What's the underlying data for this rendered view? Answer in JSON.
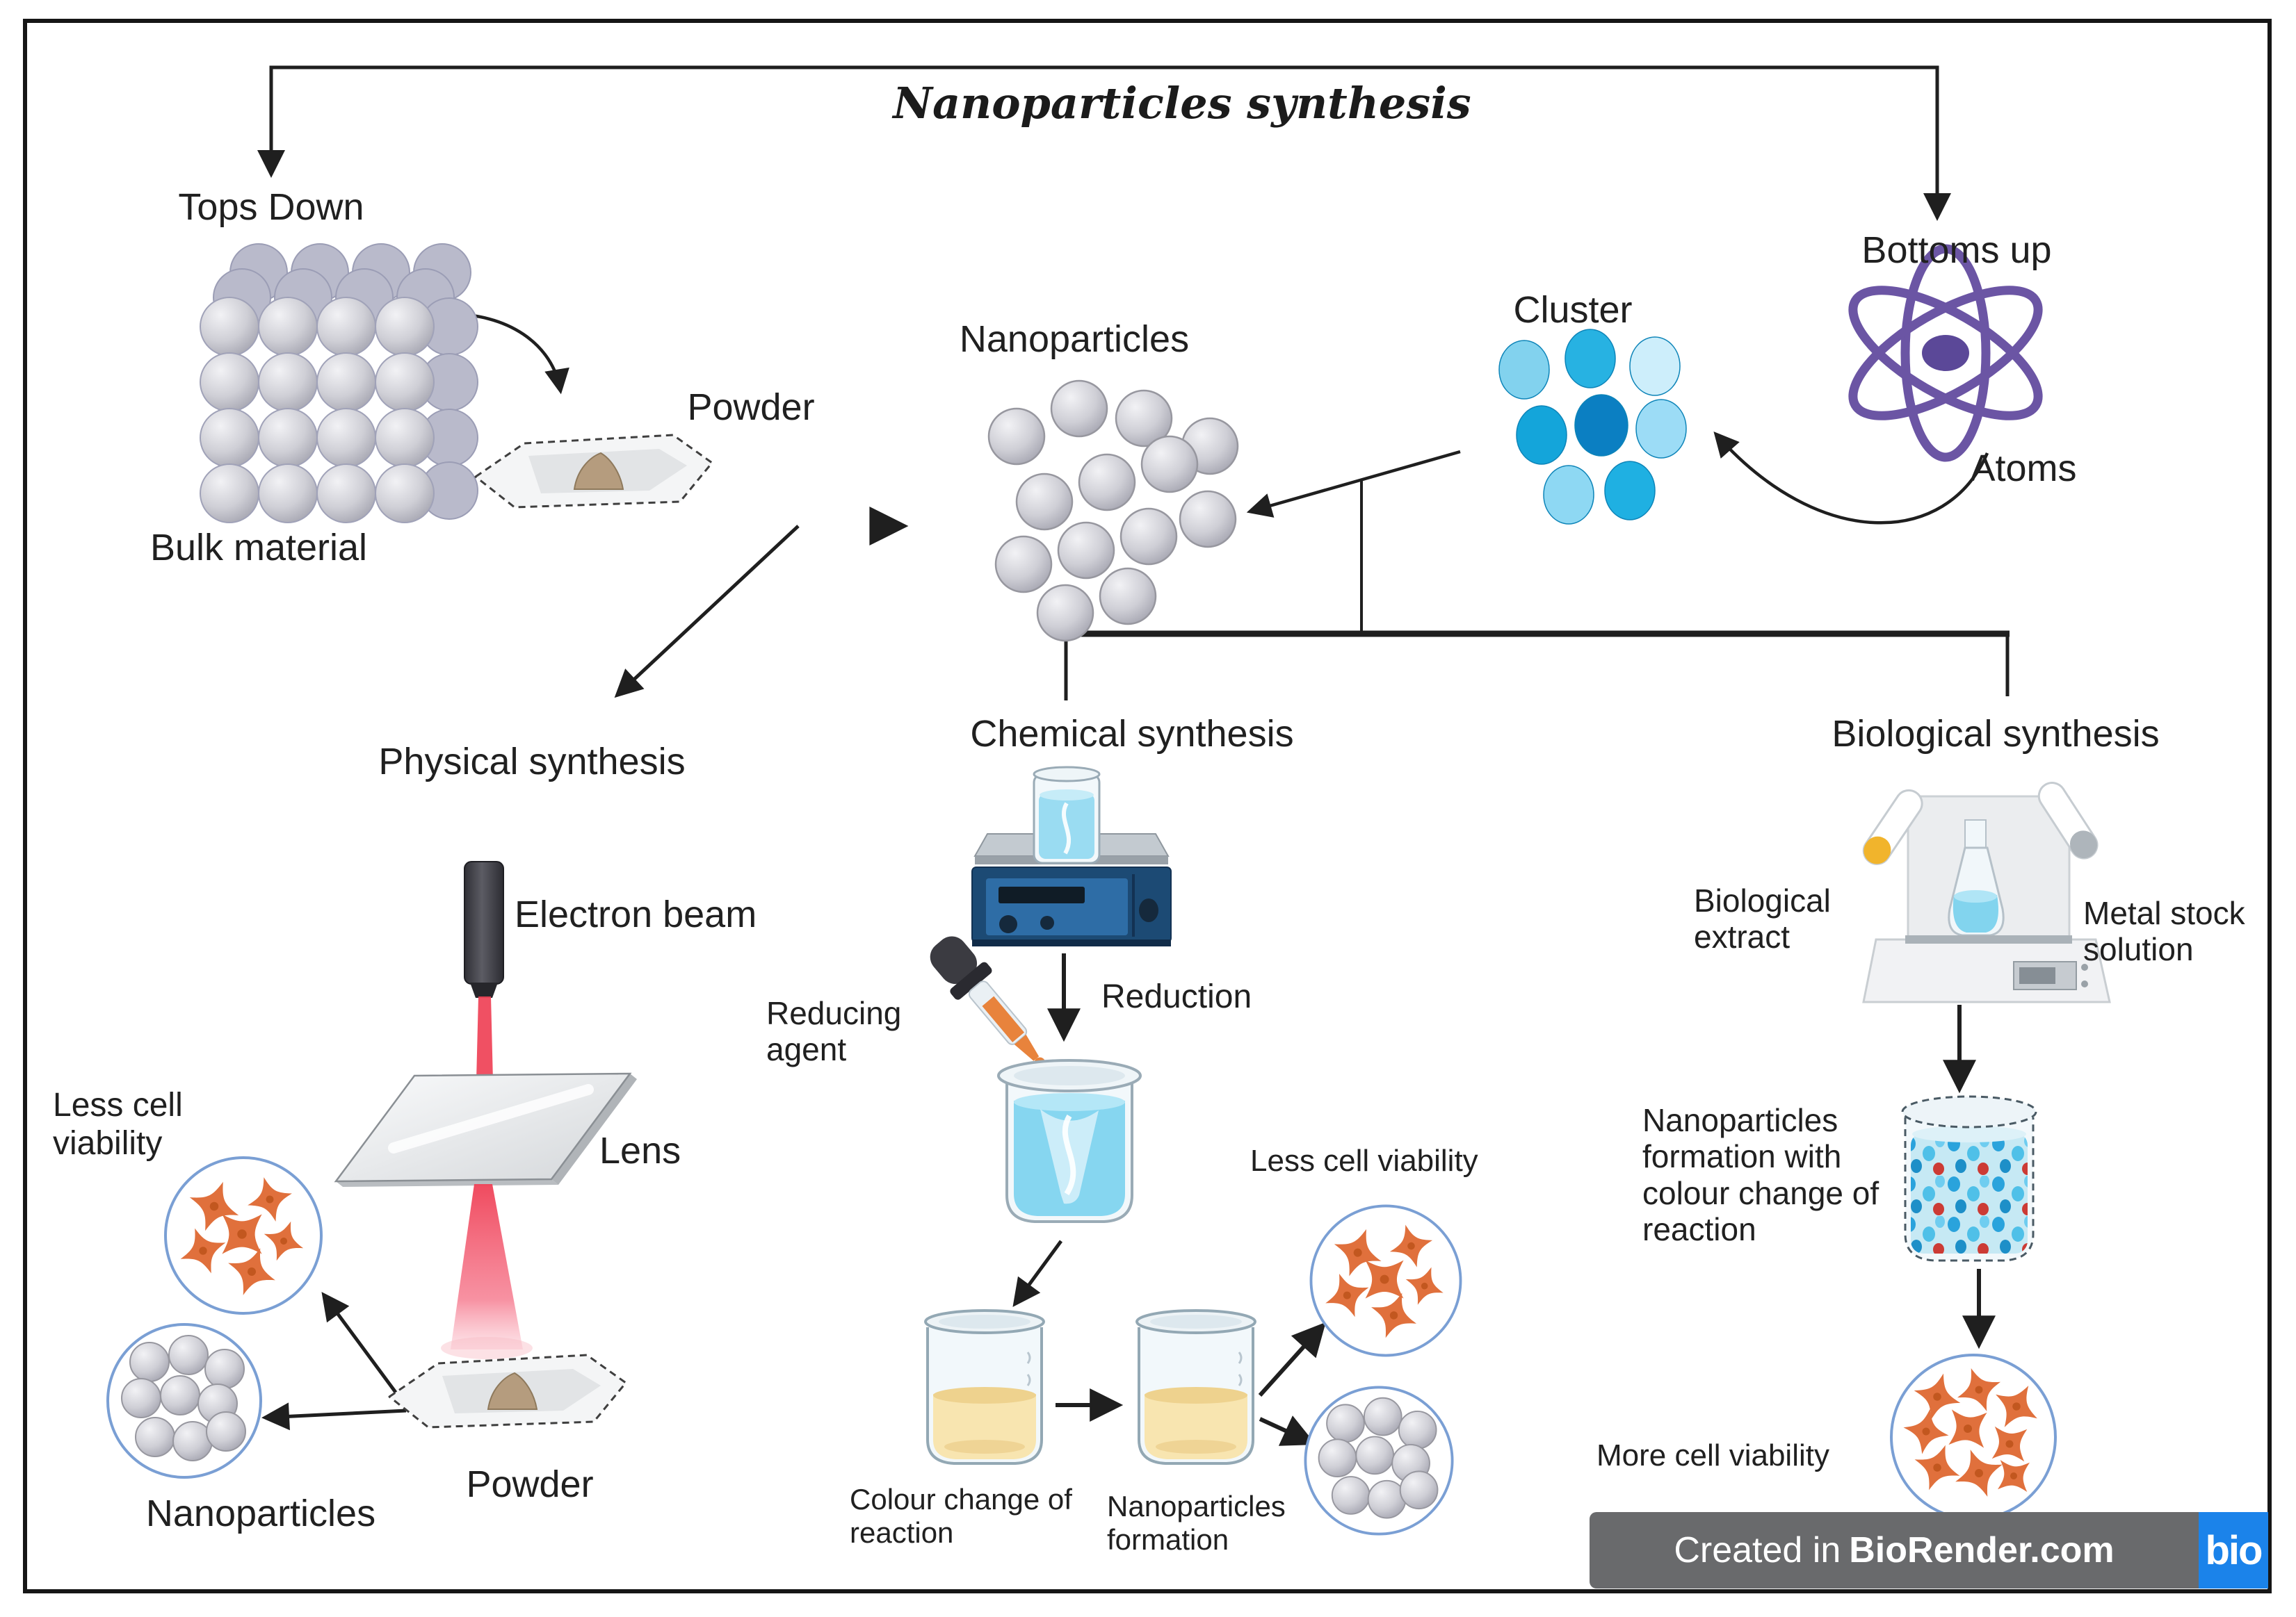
{
  "figure": {
    "title": "Nanoparticles synthesis"
  },
  "top_down": {
    "label": "Tops Down",
    "bulk_material": "Bulk material",
    "powder": "Powder"
  },
  "bottom_up": {
    "label": "Bottoms up",
    "atoms": "Atoms",
    "cluster": "Cluster"
  },
  "center": {
    "nanoparticles": "Nanoparticles"
  },
  "physical": {
    "title": "Physical synthesis",
    "electron_beam": "Electron beam",
    "lens": "Lens",
    "powder": "Powder",
    "nanoparticles": "Nanoparticles",
    "less_cell_viability_lines": [
      "Less cell",
      "viability"
    ]
  },
  "chemical": {
    "title": "Chemical synthesis",
    "reducing_agent_lines": [
      "Reducing",
      "agent"
    ],
    "reduction": "Reduction",
    "colour_change_lines": [
      "Colour change of",
      "reaction"
    ],
    "formation_lines": [
      "Nanoparticles",
      "formation"
    ],
    "less_cell_viability": "Less cell viability"
  },
  "biological": {
    "title": "Biological synthesis",
    "extract_lines": [
      "Biological",
      "extract"
    ],
    "metal_stock_lines": [
      "Metal stock",
      "solution"
    ],
    "formation_lines": [
      "Nanoparticles",
      "formation with",
      "colour change of",
      "reaction"
    ],
    "more_cell_viability": "More cell viability"
  },
  "footer": {
    "created_prefix": "Created in",
    "brand": "BioRender.com",
    "logo": "bio"
  },
  "colors": {
    "cluster_blue": "#1ba7dc",
    "atom_purple": "#6b55a4",
    "beam_red": "#ef4156",
    "cell_orange": "#e0703c",
    "liquid_blue": "#86d6f0",
    "liquid_yellow": "#f8e5b0",
    "stirrer_navy": "#1c4a74",
    "circle_outline": "#7a9fd4",
    "footer_gray": "#696a6c",
    "footer_blue": "#1b83ea"
  }
}
